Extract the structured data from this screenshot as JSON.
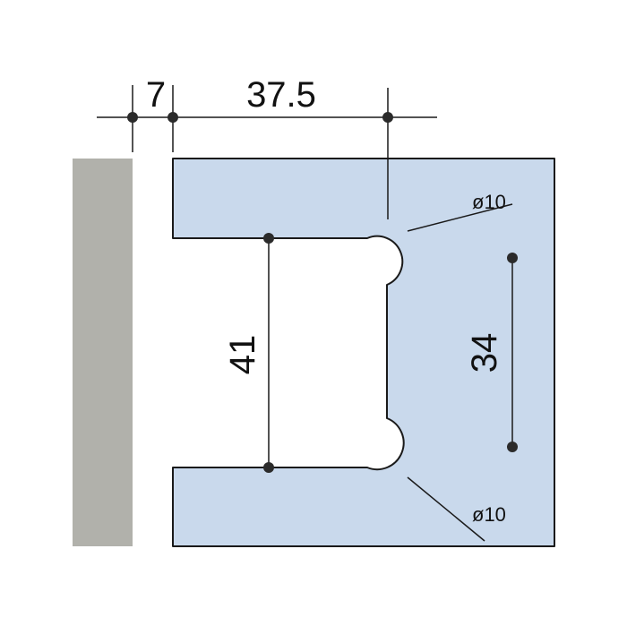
{
  "colors": {
    "wall": "#b1b1ab",
    "glass": "#c9d9ec",
    "line": "#1a1a1a",
    "dot": "#2b2b2b",
    "background": "#ffffff"
  },
  "dimensions": {
    "gap": "7",
    "depth": "37.5",
    "cutout_height": "41",
    "hole_spacing": "34",
    "hole_top": "ø10",
    "hole_bottom": "ø10"
  }
}
